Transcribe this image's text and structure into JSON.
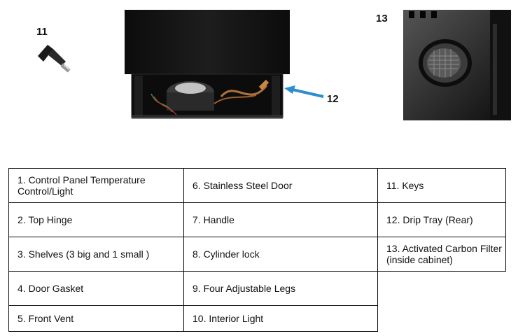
{
  "callouts": {
    "key": "11",
    "drip_tray": "12",
    "carbon_filter": "13"
  },
  "parts": {
    "col1": [
      "1. Control Panel Temperature Control/Light",
      "2. Top Hinge",
      "3. Shelves (3 big and 1 small )",
      "4. Door Gasket",
      "5. Front Vent"
    ],
    "col2": [
      "6. Stainless Steel Door",
      "7. Handle",
      "8. Cylinder lock",
      "9. Four Adjustable Legs",
      "10. Interior Light"
    ],
    "col3": [
      "11. Keys",
      "12. Drip Tray (Rear)",
      "13. Activated Carbon Filter (inside cabinet)"
    ]
  },
  "colors": {
    "arrow": "#2a8fd0",
    "cabinet": "#141414"
  }
}
